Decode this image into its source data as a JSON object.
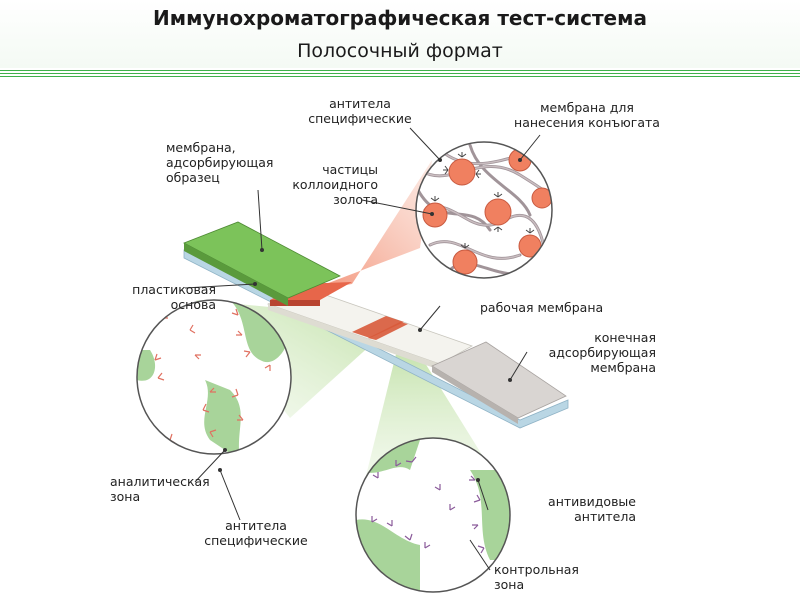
{
  "header": {
    "title": "Иммунохроматографическая тест-система",
    "subtitle": "Полосочный формат"
  },
  "labels": {
    "antibodies_specific_top": [
      "антитела",
      "специфические"
    ],
    "conjugate_membrane": [
      "мембрана для",
      "нанесения конъюгата"
    ],
    "sample_membrane": [
      "мембрана,",
      "адсорбирующая",
      "образец"
    ],
    "gold_particles": [
      "частицы",
      "коллоидного",
      "золота"
    ],
    "plastic_base": [
      "пластиковая",
      "основа"
    ],
    "working_membrane": [
      "рабочая мембрана"
    ],
    "end_membrane": [
      "конечная",
      "адсорбирующая",
      "мембрана"
    ],
    "analytical_zone": [
      "аналитическая",
      "зона"
    ],
    "antibodies_specific_bottom": [
      "антитела",
      "специфические"
    ],
    "antispecies_antibodies": [
      "антивидовые",
      "антитела"
    ],
    "control_zone": [
      "контрольная",
      "зона"
    ]
  },
  "colors": {
    "accent_green": "#3fb04a",
    "sample_pad": "#7cc35a",
    "gold_particle": "#f08060",
    "test_line": "#d85a3a",
    "zone_fill": "#a8d49a",
    "end_pad": "#d9d5d2"
  }
}
